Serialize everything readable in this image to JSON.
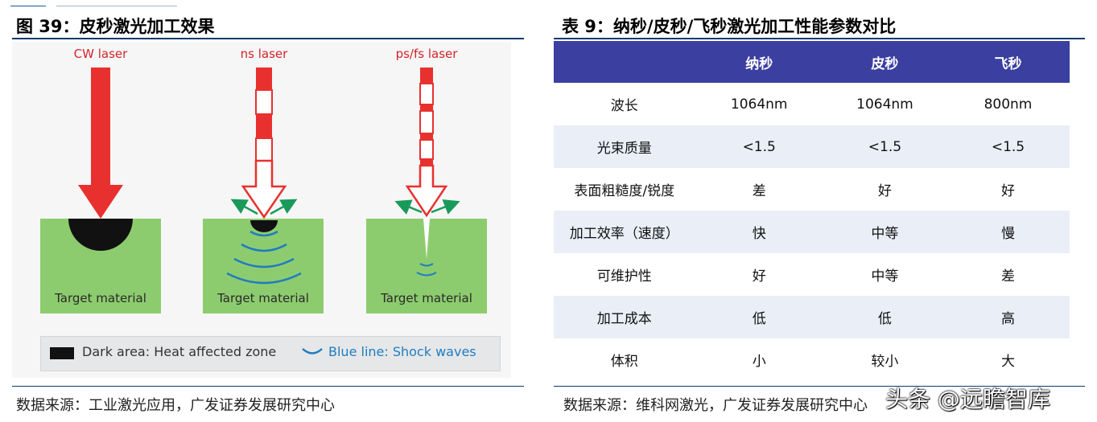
{
  "figure": {
    "caption": "图 39：皮秒激光加工效果",
    "beams": [
      {
        "label": "CW laser"
      },
      {
        "label": "ns laser"
      },
      {
        "label": "ps/fs laser"
      }
    ],
    "target_label": "Target material",
    "legend": {
      "dark": "Dark area: Heat affected zone",
      "blue": "Blue line: Shock waves"
    },
    "source": "数据来源：工业激光应用，广发证券发展研究中心"
  },
  "table": {
    "caption": "表 9：纳秒/皮秒/飞秒激光加工性能参数对比",
    "headers": [
      "",
      "纳秒",
      "皮秒",
      "飞秒"
    ],
    "rows": [
      [
        "波长",
        "1064nm",
        "1064nm",
        "800nm"
      ],
      [
        "光束质量",
        "<1.5",
        "<1.5",
        "<1.5"
      ],
      [
        "表面粗糙度/锐度",
        "差",
        "好",
        "好"
      ],
      [
        "加工效率（速度）",
        "快",
        "中等",
        "慢"
      ],
      [
        "可维护性",
        "好",
        "中等",
        "差"
      ],
      [
        "加工成本",
        "低",
        "低",
        "高"
      ],
      [
        "体积",
        "小",
        "较小",
        "大"
      ]
    ],
    "source": "数据来源：维科网激光，广发证券发展研究中心"
  },
  "watermark": "头条 @远瞻智库",
  "colors": {
    "rule": "#0e3a6e",
    "header_bg": "#3b3fa0",
    "alt_row": "#e9eef7",
    "laser_red": "#e8312f",
    "target_green": "#8dcc6e",
    "shock_blue": "#1f7dc1"
  }
}
